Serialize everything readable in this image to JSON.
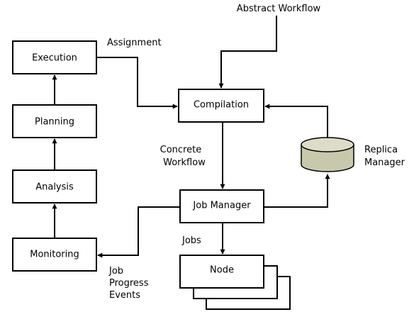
{
  "nodes": {
    "execution": "Execution",
    "planning": "Planning",
    "analysis": "Analysis",
    "monitoring": "Monitoring",
    "compilation": "Compilation",
    "job_manager": "Job Manager",
    "node": "Node"
  },
  "labels": {
    "abstract_workflow": "Abstract Workflow",
    "assignment": "Assignment",
    "concrete_workflow": [
      "Concrete",
      "Workflow"
    ],
    "replica_manager": [
      "Replica",
      "Manager"
    ],
    "jobs": "Jobs",
    "job_progress_events": [
      "Job",
      "Progress",
      "Events"
    ]
  },
  "colors": {
    "replica_fill": "#c8c8ad",
    "line": "#000000"
  }
}
